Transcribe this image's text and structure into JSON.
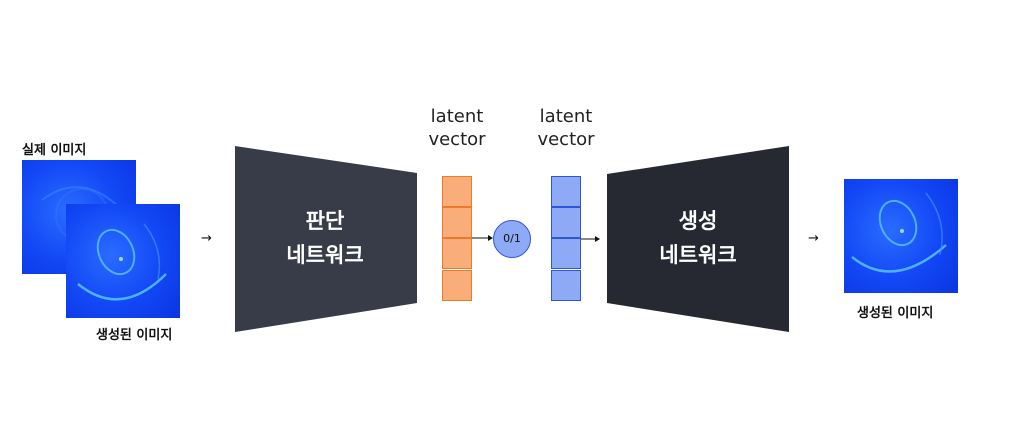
{
  "labels": {
    "real_image": "실제 이미지",
    "generated_image_left": "생성된 이미지",
    "generated_image_right": "생성된 이미지"
  },
  "discriminator": {
    "line1": "판단",
    "line2": "네트워크"
  },
  "generator": {
    "line1": "생성",
    "line2": "네트워크"
  },
  "latent_left": {
    "line1": "latent",
    "line2": "vector"
  },
  "latent_right": {
    "line1": "latent",
    "line2": "vector"
  },
  "decision": {
    "text": "0/1"
  },
  "arrows": {
    "glyph": "→"
  },
  "colors": {
    "discriminator_fill": "#383b48",
    "generator_fill": "#262932",
    "latent_left_fill": "#f9ad78",
    "latent_left_border": "#ec7a2b",
    "latent_right_fill": "#8ea9f5",
    "latent_right_border": "#2d56d8",
    "image_blue": "#1247f5"
  }
}
